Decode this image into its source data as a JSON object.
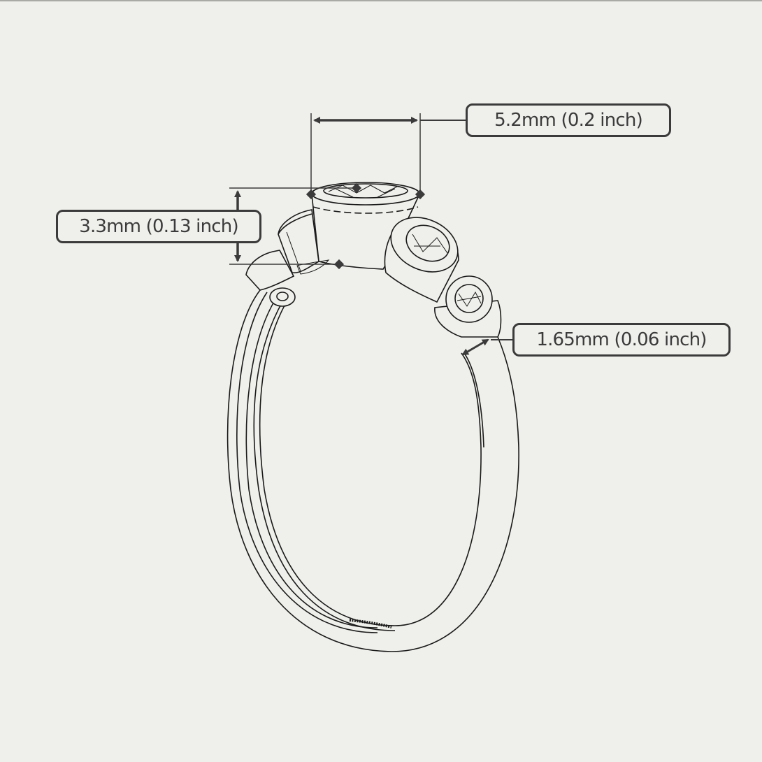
{
  "diagram": {
    "subject": "Three-stone bezel-set ring, technical line drawing",
    "colors": {
      "background": "#efefeb",
      "annotation": "#3b3b3b",
      "linework": "#1a1a1a"
    },
    "dimensions": {
      "width": {
        "label": "5.2mm (0.2 inch)",
        "metric_mm": 5.2,
        "imperial_in": 0.2,
        "measures": "center stone bezel width"
      },
      "height": {
        "label": "3.3mm (0.13 inch)",
        "metric_mm": 3.3,
        "imperial_in": 0.13,
        "measures": "center bezel height"
      },
      "band": {
        "label": "1.65mm (0.06 inch)",
        "metric_mm": 1.65,
        "imperial_in": 0.06,
        "measures": "band width"
      }
    }
  }
}
